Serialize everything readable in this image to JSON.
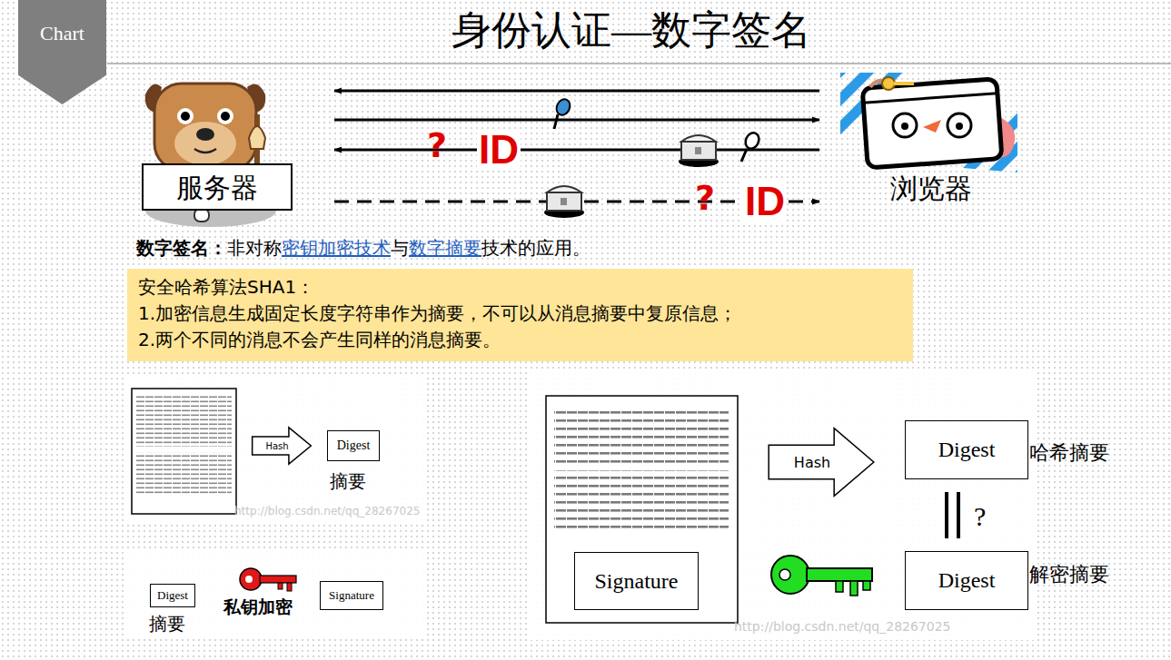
{
  "diagram": {
    "title": "身份认证—数字签名",
    "nodes": [
      {
        "text": [
          "Chart"
        ]
      },
      {
        "text": [
          "服务器"
        ]
      },
      {
        "text": [
          "浏览器"
        ]
      },
      {
        "text": [
          "安全哈希算法SHA1：",
          "1.加密信息生成固定长度字符串作为摘要，不可以从消息摘要中复原信息；",
          "2.两个不同的消息不会产生同样的消息摘要。"
        ]
      },
      {
        "text": [
          "Hash"
        ]
      },
      {
        "text": [
          "Digest",
          "摘要"
        ]
      },
      {
        "text": [
          "Digest",
          "摘要"
        ]
      },
      {
        "text": [
          "Signature"
        ]
      },
      {
        "text": [
          "Hash"
        ]
      },
      {
        "text": [
          "Digest",
          "哈希摘要"
        ]
      },
      {
        "text": [
          "Signature"
        ]
      },
      {
        "text": [
          "Digest",
          "解密摘要"
        ]
      }
    ],
    "edges": [
      {
        "from": 2,
        "to": 1,
        "arrow": "to"
      },
      {
        "from": 1,
        "to": 2,
        "arrow": "to"
      },
      {
        "from": 2,
        "to": 1,
        "arrow": "to",
        "label": "ID"
      },
      {
        "from": 1,
        "to": 2,
        "arrow": "to",
        "label": "ID"
      }
    ],
    "labels": [
      "数字签名：",
      "非对称",
      "密钥加密技术",
      "与",
      "数字摘要",
      "技术的应用。",
      "?",
      "?",
      "私钥加密",
      "?",
      "http://blog.csdn.net/qq_28267025",
      "http://blog.csdn.net/qq_28267025"
    ]
  }
}
